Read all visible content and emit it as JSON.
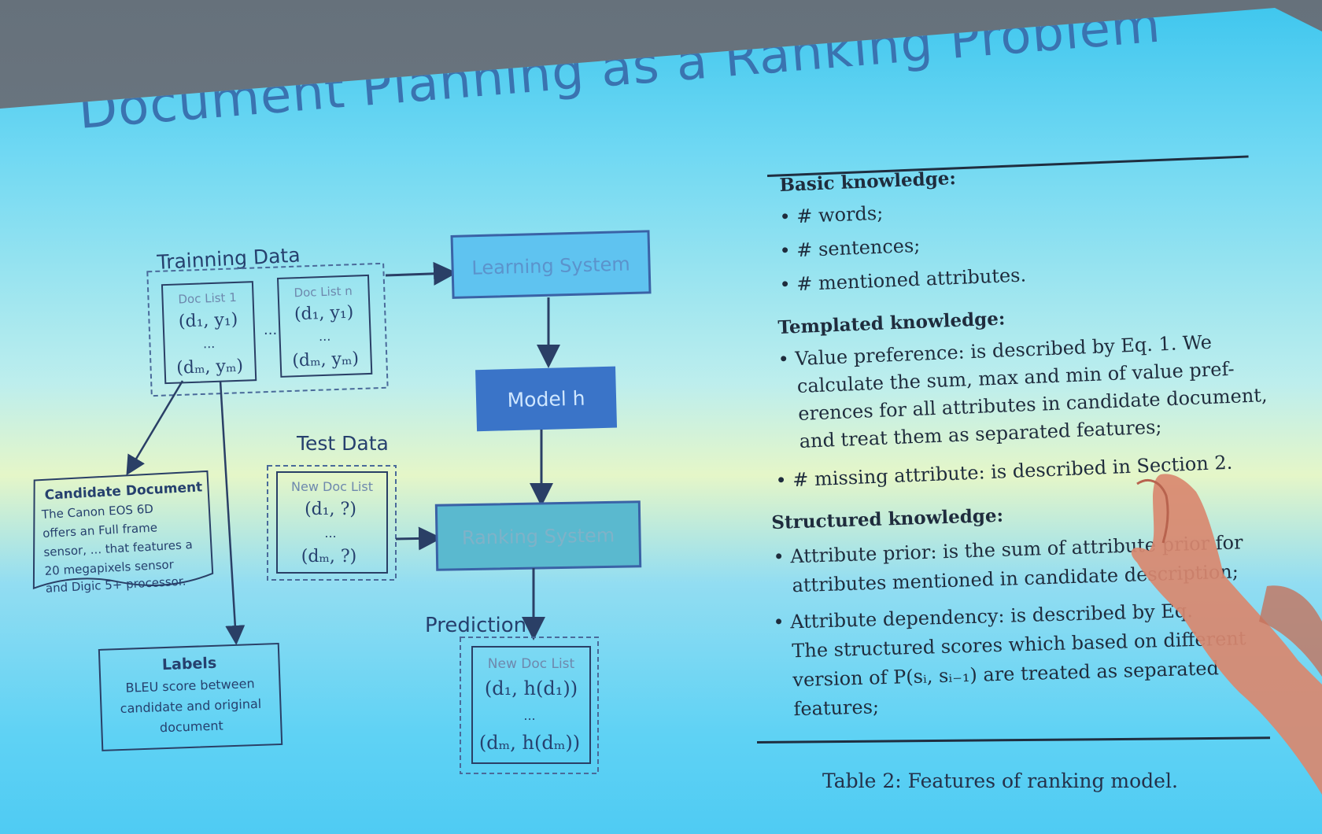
{
  "slide": {
    "title": "Document Planning as a Ranking Problem"
  },
  "diagram": {
    "training_data_label": "Trainning Data",
    "doc_list_1": {
      "title": "Doc List 1",
      "first": "(d₁, y₁)",
      "dots": "...",
      "last": "(dₘ, yₘ)"
    },
    "between_lists": "...",
    "doc_list_n": {
      "title": "Doc List n",
      "first": "(d₁, y₁)",
      "dots": "...",
      "last": "(dₘ, yₘ)"
    },
    "learning_system": "Learning System",
    "model_h": "Model h",
    "test_data_label": "Test Data",
    "new_doc_list_test": {
      "title": "New Doc List",
      "first": "(d₁, ?)",
      "dots": "...",
      "last": "(dₘ, ?)"
    },
    "ranking_system": "Ranking System",
    "prediction_label": "Prediction",
    "new_doc_list_pred": {
      "title": "New Doc List",
      "first": "(d₁, h(d₁))",
      "dots": "...",
      "last": "(dₘ, h(dₘ))"
    },
    "candidate_document": {
      "title": "Candidate Document",
      "lines": [
        "The Canon EOS 6D",
        "offers an Full frame",
        "sensor, ... that features a",
        "20 megapixels sensor",
        "and Digic 5+ processor."
      ]
    },
    "labels_box": {
      "title": "Labels",
      "lines": [
        "BLEU score between",
        "candidate and original",
        "document"
      ]
    }
  },
  "table": {
    "sections": [
      {
        "heading": "Basic knowledge:",
        "bullets": [
          [
            "# words;"
          ],
          [
            "# sentences;"
          ],
          [
            "# mentioned attributes."
          ]
        ]
      },
      {
        "heading": "Templated knowledge:",
        "bullets": [
          [
            "Value preference: is described by Eq. 1. We",
            "calculate the sum, max and min of value pref-",
            "erences for all attributes in candidate document,",
            "and treat them as separated features;"
          ],
          [
            "# missing attribute: is described in Section 2."
          ]
        ]
      },
      {
        "heading": "Structured knowledge:",
        "bullets": [
          [
            "Attribute prior: is the sum of attribute prior for",
            "attributes mentioned in candidate description;"
          ],
          [
            "Attribute dependency: is described by Eq.",
            "The structured scores which based on different",
            "version of P(sᵢ, sᵢ₋₁) are treated as separated",
            "features;"
          ]
        ]
      }
    ],
    "caption": "Table 2: Features of ranking model."
  },
  "colors": {
    "title": "#3a73b0",
    "model_box": "#3a74c8",
    "system_box_border": "#3a62a6",
    "ink": "#1f2e40",
    "diagram_text": "#26406e"
  }
}
